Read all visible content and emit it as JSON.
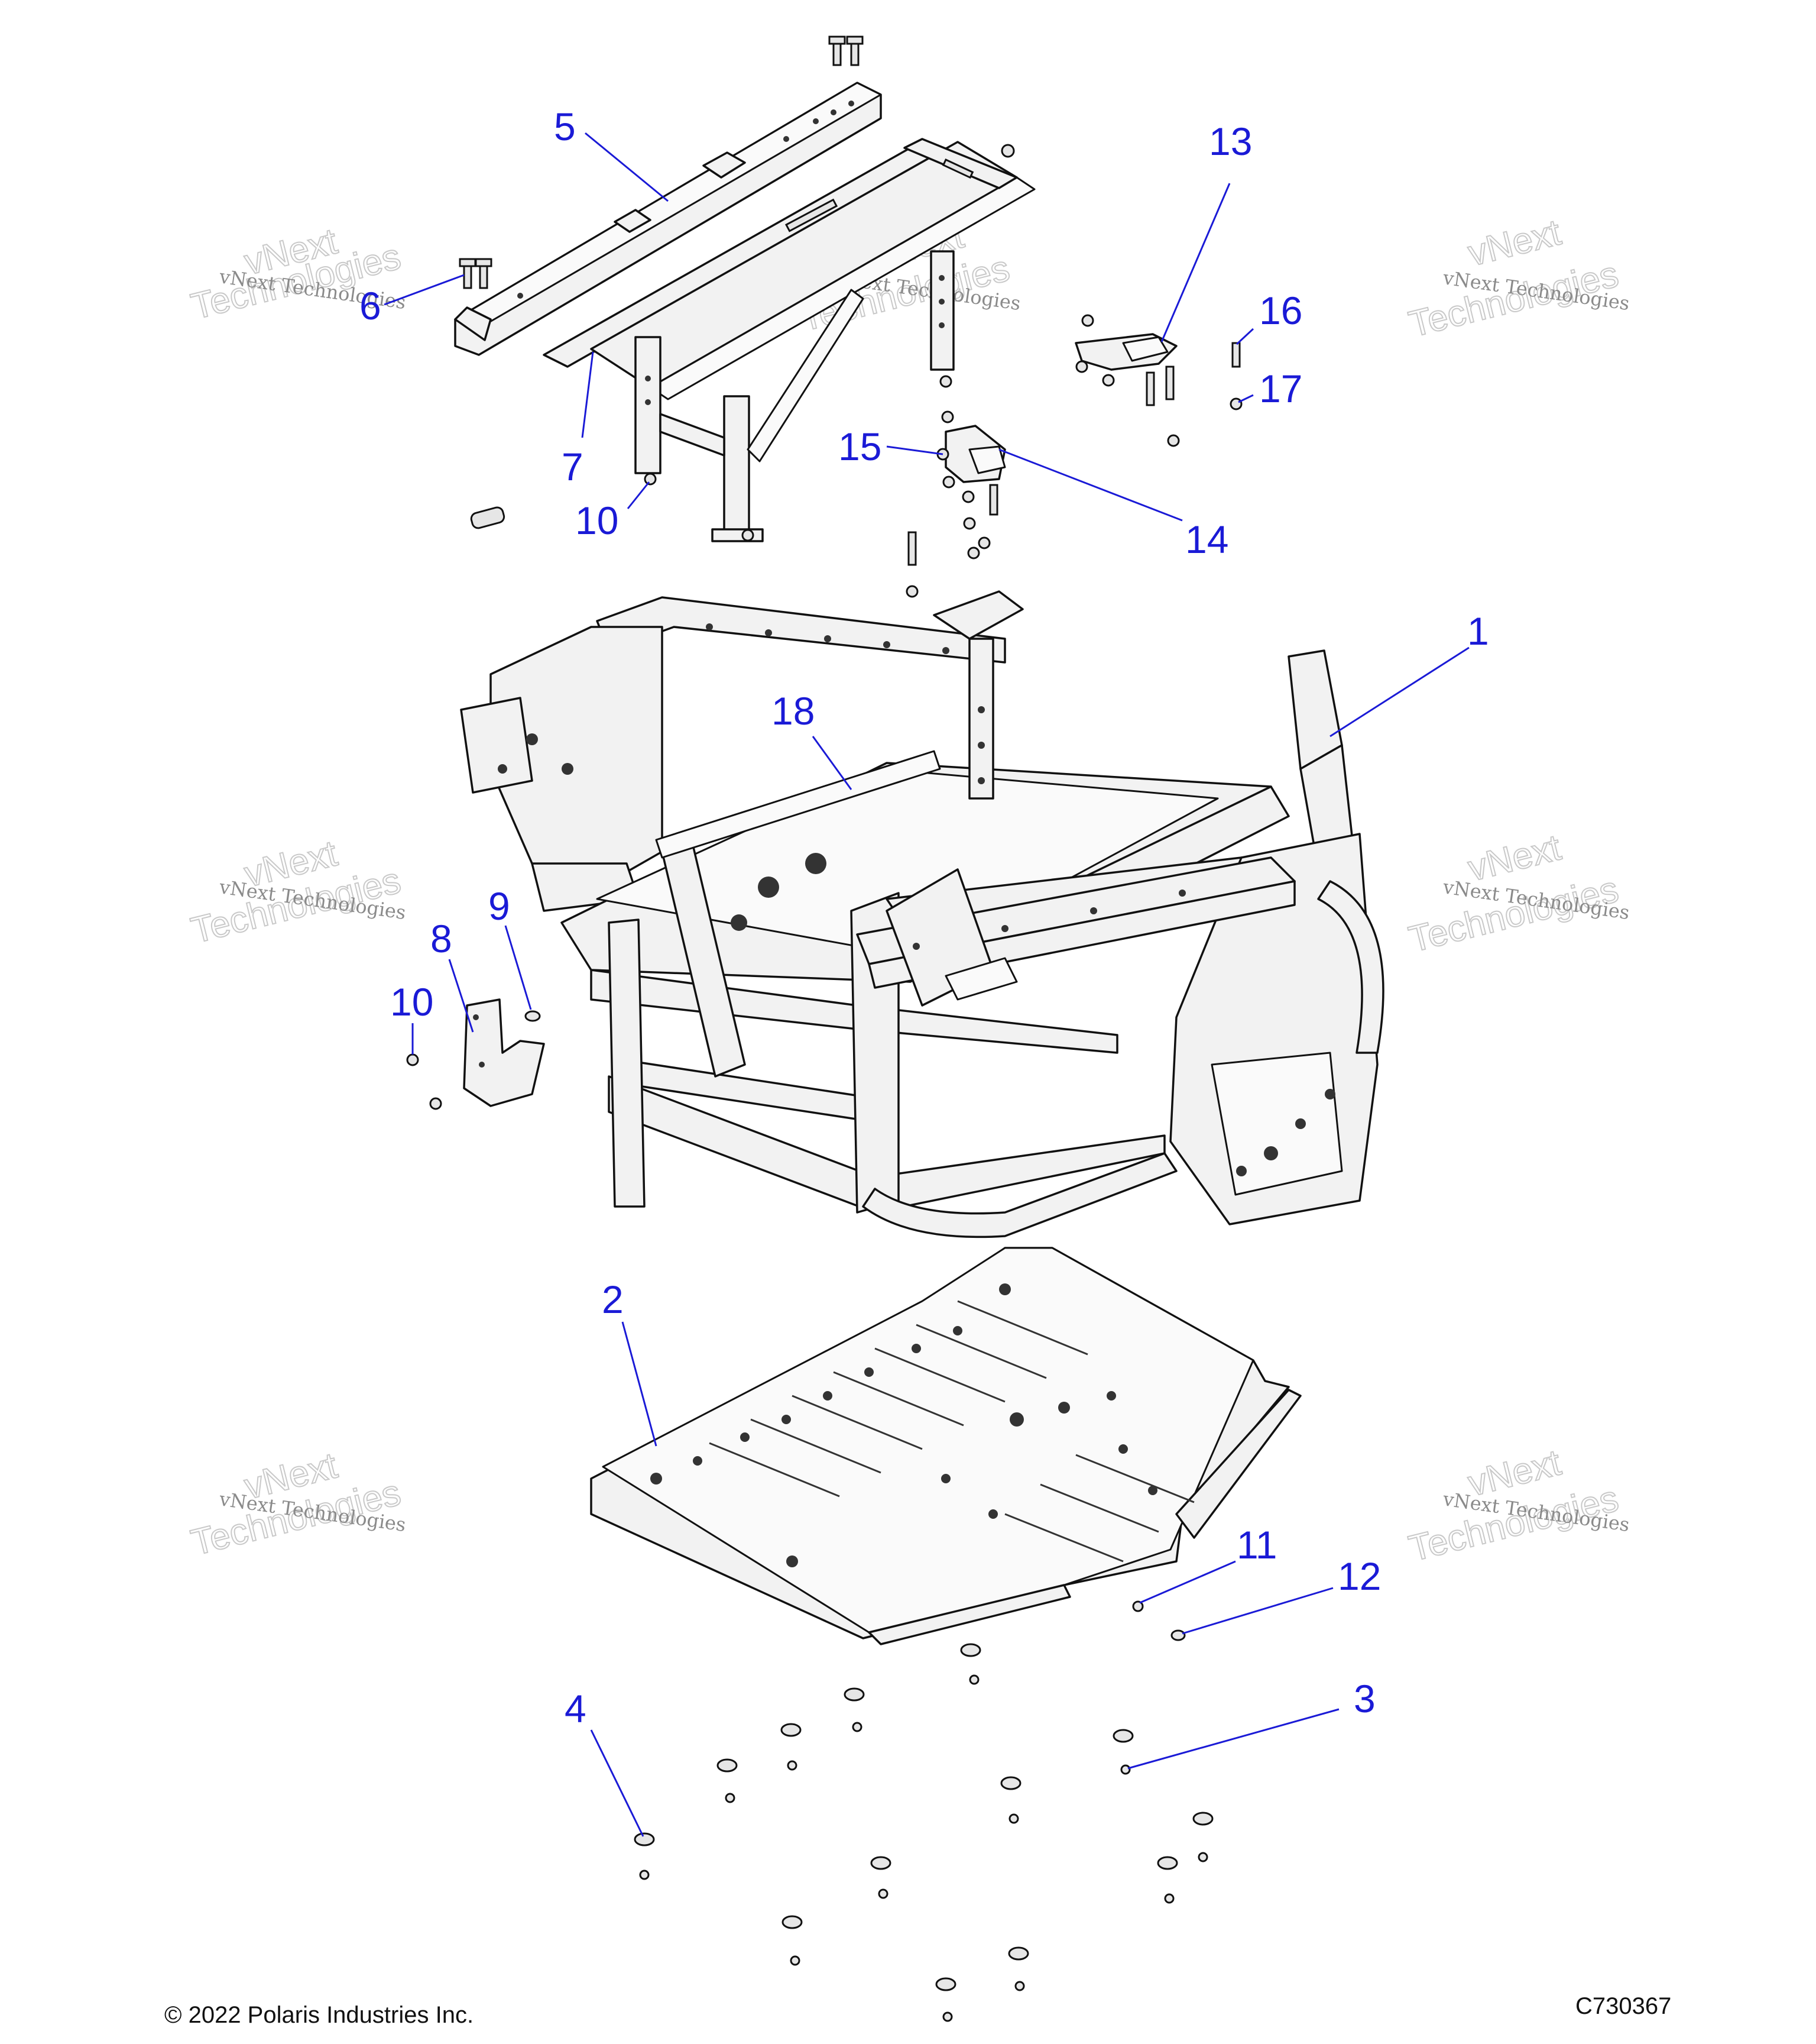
{
  "callouts": [
    {
      "id": "1",
      "text": "1"
    },
    {
      "id": "2",
      "text": "2"
    },
    {
      "id": "3",
      "text": "3"
    },
    {
      "id": "4",
      "text": "4"
    },
    {
      "id": "5",
      "text": "5"
    },
    {
      "id": "6",
      "text": "6"
    },
    {
      "id": "7",
      "text": "7"
    },
    {
      "id": "8",
      "text": "8"
    },
    {
      "id": "9",
      "text": "9"
    },
    {
      "id": "10a",
      "text": "10"
    },
    {
      "id": "10b",
      "text": "10"
    },
    {
      "id": "11",
      "text": "11"
    },
    {
      "id": "12",
      "text": "12"
    },
    {
      "id": "13",
      "text": "13"
    },
    {
      "id": "14",
      "text": "14"
    },
    {
      "id": "15",
      "text": "15"
    },
    {
      "id": "16",
      "text": "16"
    },
    {
      "id": "17",
      "text": "17"
    },
    {
      "id": "18",
      "text": "18"
    }
  ],
  "watermark": {
    "small": "vNext Technologies",
    "big_line1": "vNext",
    "big_line2": "Technologies"
  },
  "footer": {
    "copyright": "© 2022 Polaris Industries Inc.",
    "drawing_number": "C730367"
  },
  "colors": {
    "callout": "#1a1ad6",
    "line": "#111111",
    "watermark": "#8a8a8a"
  }
}
